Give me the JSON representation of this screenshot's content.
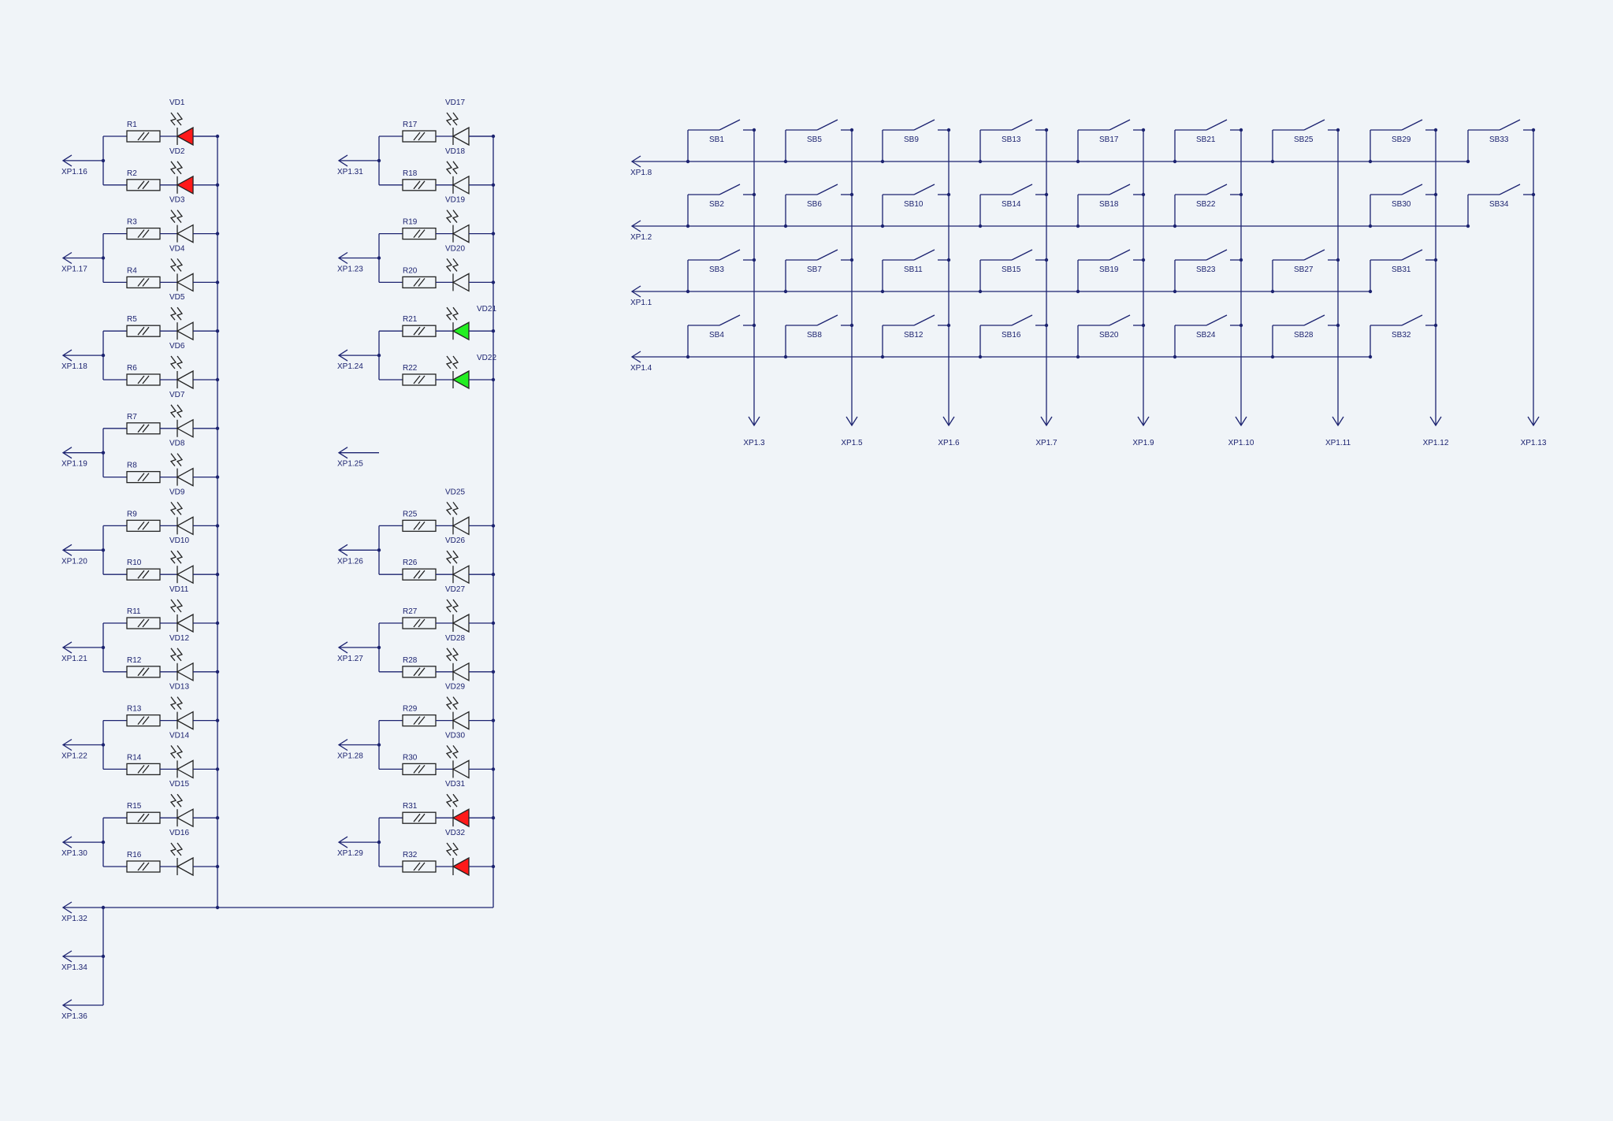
{
  "colors": {
    "wire": "#1c2370",
    "part": "#222222",
    "led_red": "#ff1a1a",
    "led_green": "#22ee22",
    "background": "#f0f4f8"
  },
  "led_groups": [
    {
      "connector": "XP1.16",
      "leds": [
        {
          "r": "R1",
          "vd": "VD1",
          "color": "red"
        },
        {
          "r": "R2",
          "vd": "VD2",
          "color": "red"
        }
      ]
    },
    {
      "connector": "XP1.17",
      "leds": [
        {
          "r": "R3",
          "vd": "VD3",
          "color": "none"
        },
        {
          "r": "R4",
          "vd": "VD4",
          "color": "none"
        }
      ]
    },
    {
      "connector": "XP1.18",
      "leds": [
        {
          "r": "R5",
          "vd": "VD5",
          "color": "none"
        },
        {
          "r": "R6",
          "vd": "VD6",
          "color": "none"
        }
      ]
    },
    {
      "connector": "XP1.19",
      "leds": [
        {
          "r": "R7",
          "vd": "VD7",
          "color": "none"
        },
        {
          "r": "R8",
          "vd": "VD8",
          "color": "none"
        }
      ]
    },
    {
      "connector": "XP1.20",
      "leds": [
        {
          "r": "R9",
          "vd": "VD9",
          "color": "none"
        },
        {
          "r": "R10",
          "vd": "VD10",
          "color": "none"
        }
      ]
    },
    {
      "connector": "XP1.21",
      "leds": [
        {
          "r": "R11",
          "vd": "VD11",
          "color": "none"
        },
        {
          "r": "R12",
          "vd": "VD12",
          "color": "none"
        }
      ]
    },
    {
      "connector": "XP1.22",
      "leds": [
        {
          "r": "R13",
          "vd": "VD13",
          "color": "none"
        },
        {
          "r": "R14",
          "vd": "VD14",
          "color": "none"
        }
      ]
    },
    {
      "connector": "XP1.30",
      "leds": [
        {
          "r": "R15",
          "vd": "VD15",
          "color": "none"
        },
        {
          "r": "R16",
          "vd": "VD16",
          "color": "none"
        }
      ]
    },
    {
      "connector": "XP1.31",
      "leds": [
        {
          "r": "R17",
          "vd": "VD17",
          "color": "none"
        },
        {
          "r": "R18",
          "vd": "VD18",
          "color": "none"
        }
      ]
    },
    {
      "connector": "XP1.23",
      "leds": [
        {
          "r": "R19",
          "vd": "VD19",
          "color": "none"
        },
        {
          "r": "R20",
          "vd": "VD20",
          "color": "none"
        }
      ]
    },
    {
      "connector": "XP1.24",
      "leds": [
        {
          "r": "R21",
          "vd": "VD21",
          "color": "green"
        },
        {
          "r": "R22",
          "vd": "VD22",
          "color": "green"
        }
      ]
    },
    {
      "connector": "XP1.25",
      "leds": []
    },
    {
      "connector": "XP1.26",
      "leds": [
        {
          "r": "R25",
          "vd": "VD25",
          "color": "none"
        },
        {
          "r": "R26",
          "vd": "VD26",
          "color": "none"
        }
      ]
    },
    {
      "connector": "XP1.27",
      "leds": [
        {
          "r": "R27",
          "vd": "VD27",
          "color": "none"
        },
        {
          "r": "R28",
          "vd": "VD28",
          "color": "none"
        }
      ]
    },
    {
      "connector": "XP1.28",
      "leds": [
        {
          "r": "R29",
          "vd": "VD29",
          "color": "none"
        },
        {
          "r": "R30",
          "vd": "VD30",
          "color": "none"
        }
      ]
    },
    {
      "connector": "XP1.29",
      "leds": [
        {
          "r": "R31",
          "vd": "VD31",
          "color": "red"
        },
        {
          "r": "R32",
          "vd": "VD32",
          "color": "red"
        }
      ]
    }
  ],
  "common_connectors": [
    "XP1.32",
    "XP1.34",
    "XP1.36"
  ],
  "matrix": {
    "rows": [
      "XP1.8",
      "XP1.2",
      "XP1.1",
      "XP1.4"
    ],
    "columns": [
      "XP1.3",
      "XP1.5",
      "XP1.6",
      "XP1.7",
      "XP1.9",
      "XP1.10",
      "XP1.11",
      "XP1.12",
      "XP1.13"
    ],
    "switches": [
      [
        "SB1",
        "SB5",
        "SB9",
        "SB13",
        "SB17",
        "SB21",
        "SB25",
        "SB29",
        "SB33"
      ],
      [
        "SB2",
        "SB6",
        "SB10",
        "SB14",
        "SB18",
        "SB22",
        "",
        "SB30",
        "SB34"
      ],
      [
        "SB3",
        "SB7",
        "SB11",
        "SB15",
        "SB19",
        "SB23",
        "SB27",
        "SB31",
        ""
      ],
      [
        "SB4",
        "SB8",
        "SB12",
        "SB16",
        "SB20",
        "SB24",
        "SB28",
        "SB32",
        ""
      ]
    ]
  }
}
